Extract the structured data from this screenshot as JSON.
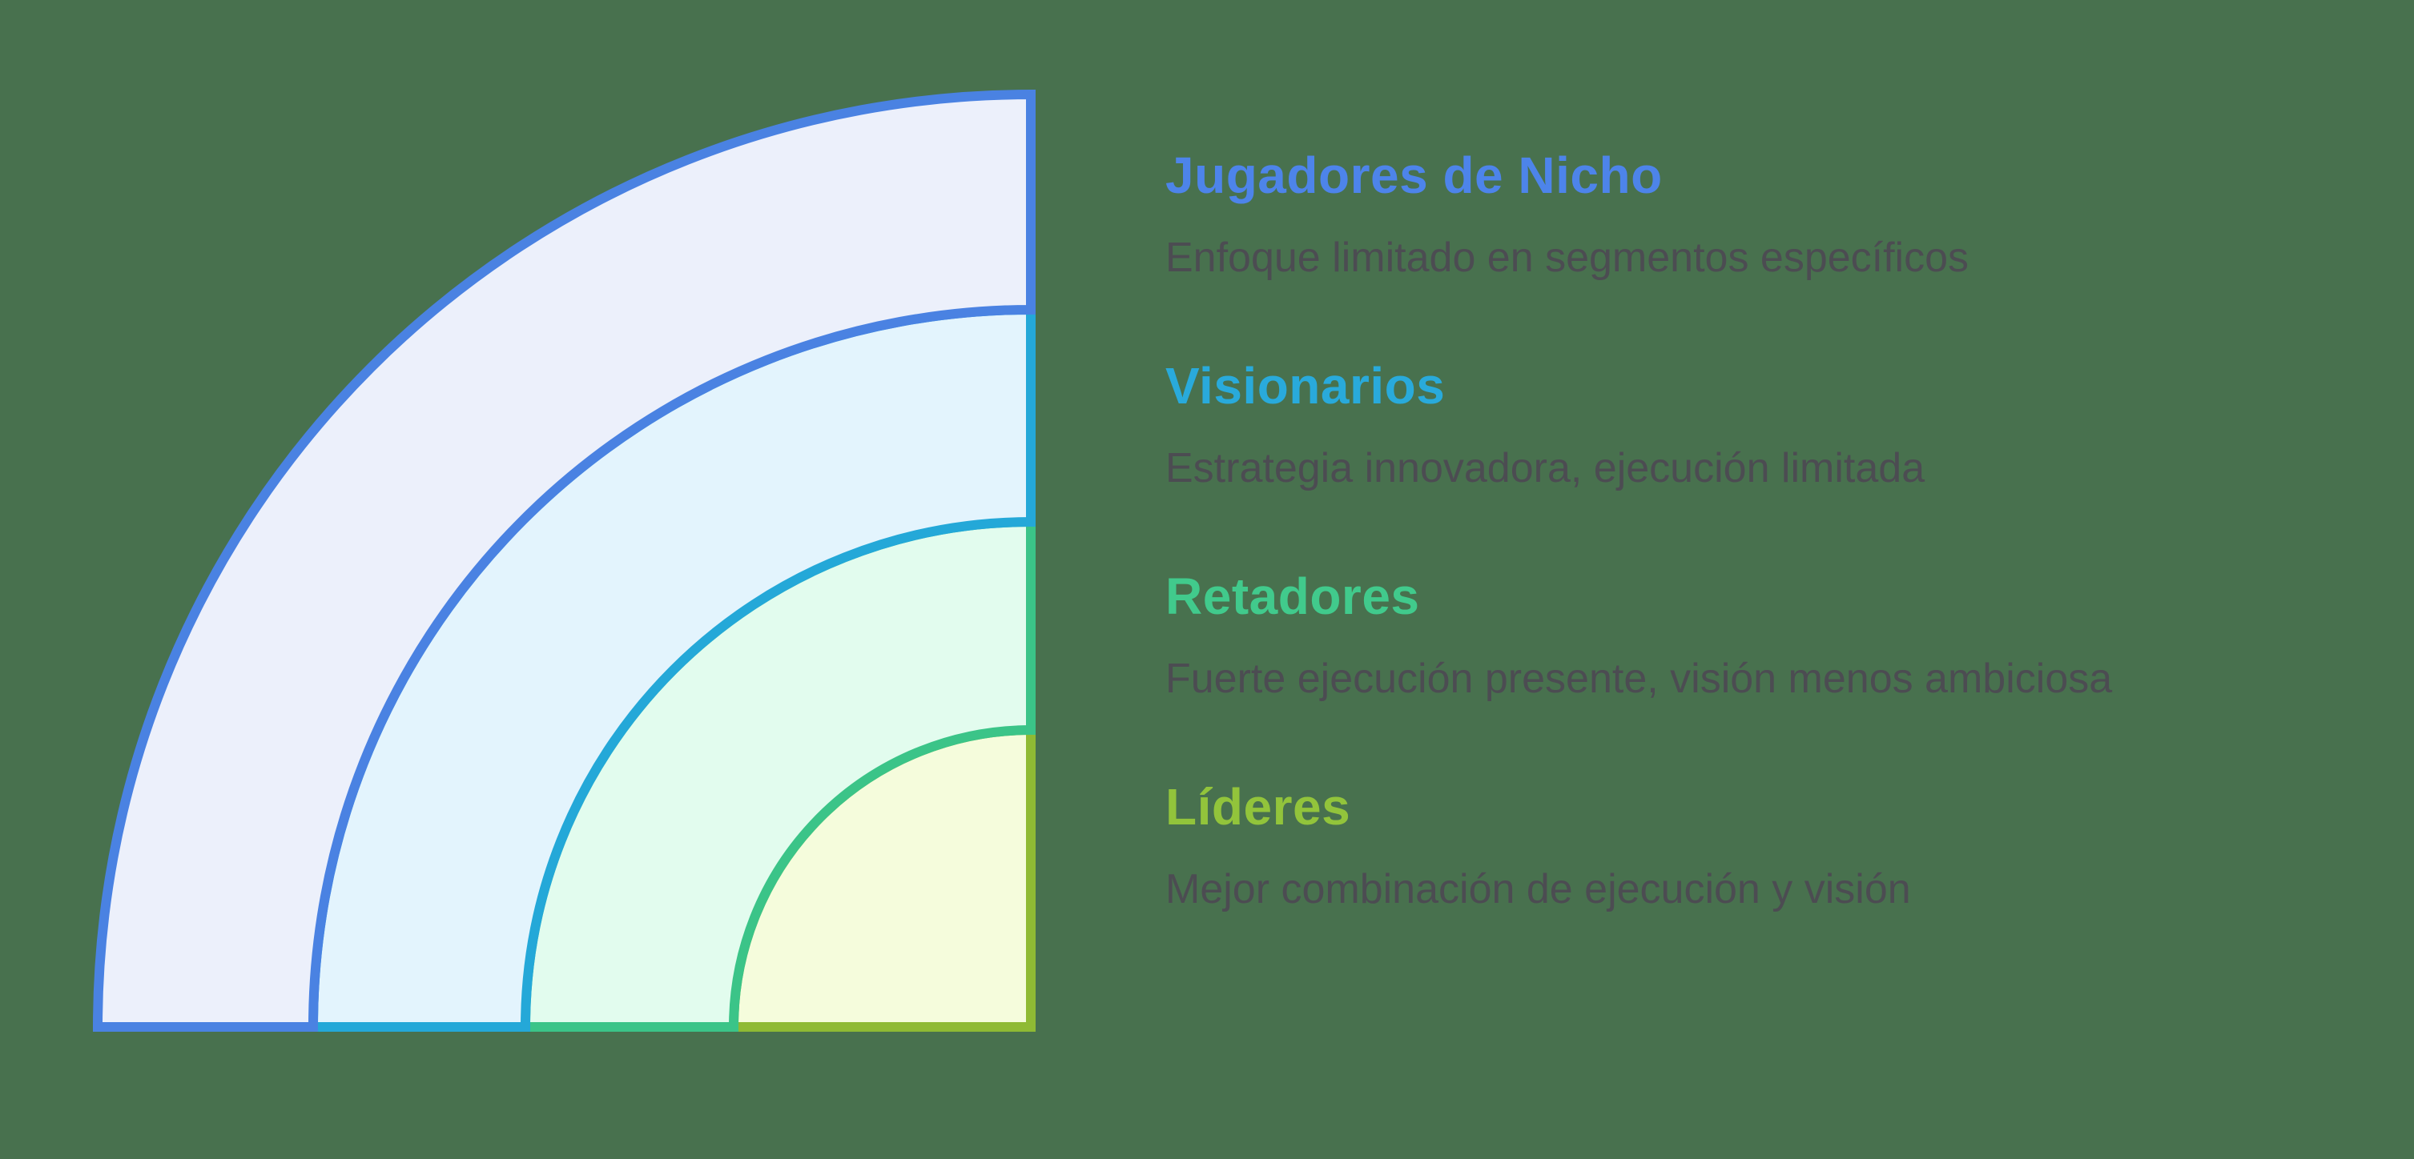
{
  "background_color": "#48714e",
  "quadrant": {
    "bands": [
      {
        "name": "Jugadores de Nicho",
        "stroke": "#4a82e2",
        "fill": "#ecf0fb"
      },
      {
        "name": "Visionarios",
        "stroke": "#24a8d8",
        "fill": "#e3f4fd"
      },
      {
        "name": "Retadores",
        "stroke": "#3bc488",
        "fill": "#e2fcee"
      },
      {
        "name": "Líderes",
        "stroke": "#8fba34",
        "fill": "#f5fcdc"
      }
    ]
  },
  "legend": {
    "description_color": "#4c4c52",
    "items": [
      {
        "title": "Jugadores de Nicho",
        "title_color": "#4d84ea",
        "description": "Enfoque limitado en segmentos específicos"
      },
      {
        "title": "Visionarios",
        "title_color": "#29aadb",
        "description": "Estrategia innovadora, ejecución limitada"
      },
      {
        "title": "Retadores",
        "title_color": "#41ca8c",
        "description": "Fuerte ejecución presente, visión menos ambiciosa"
      },
      {
        "title": "Líderes",
        "title_color": "#92c43b",
        "description": "Mejor combinación de ejecución y visión"
      }
    ]
  }
}
